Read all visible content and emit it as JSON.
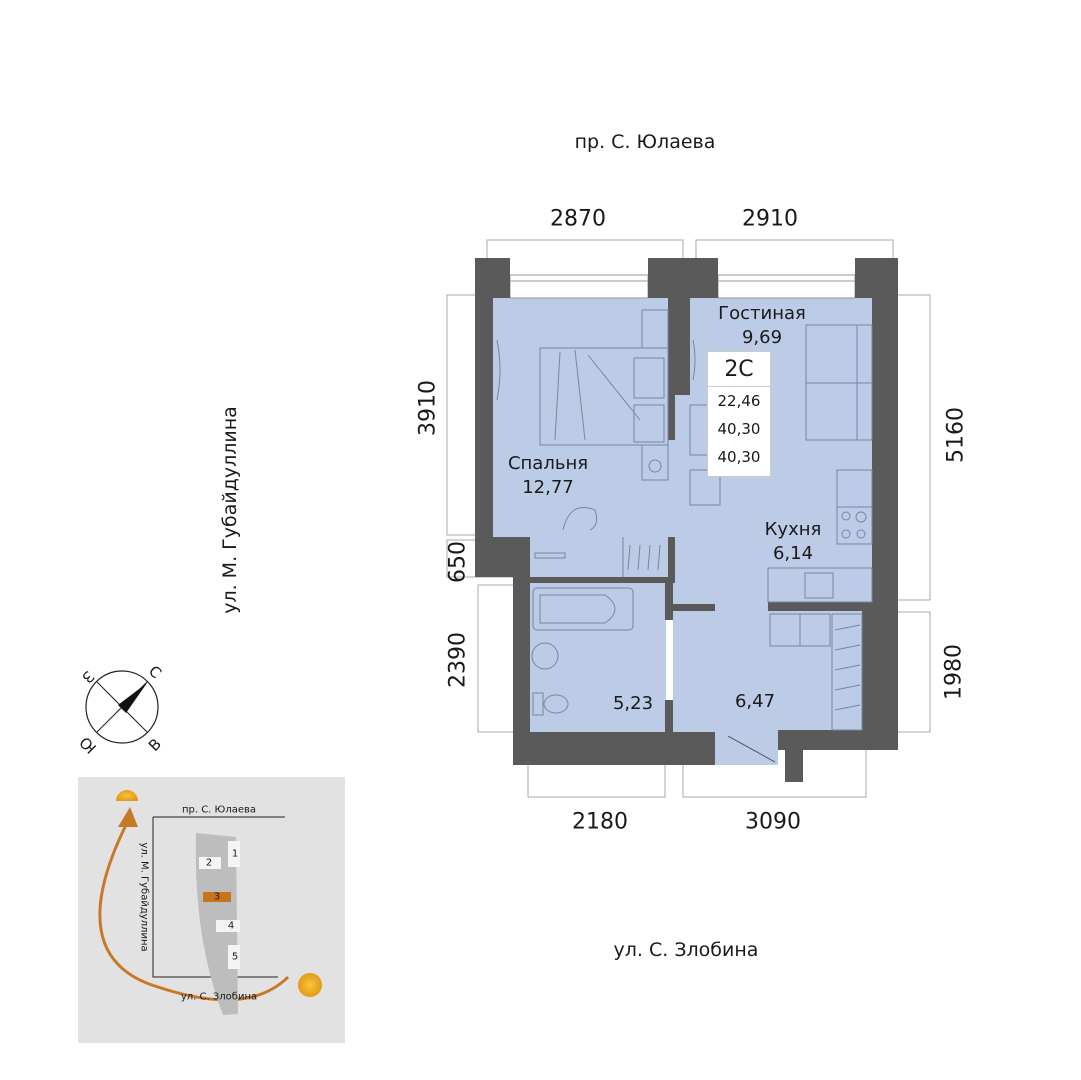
{
  "streets": {
    "top": "пр. С. Юлаева",
    "bottom": "ул. С. Злобина",
    "left": "ул. М. Губайдуллина"
  },
  "dimensions": {
    "top_left": "2870",
    "top_right": "2910",
    "left_upper": "3910",
    "left_middle": "650",
    "left_lower": "2390",
    "right_upper": "5160",
    "right_lower": "1980",
    "bottom_left": "2180",
    "bottom_right": "3090"
  },
  "rooms": {
    "bedroom": {
      "name": "Спальня",
      "area": "12,77"
    },
    "living": {
      "name": "Гостиная",
      "area": "9,69"
    },
    "kitchen": {
      "name": "Кухня",
      "area": "6,14"
    },
    "bathroom": {
      "area": "5,23"
    },
    "hall": {
      "area": "6,47"
    }
  },
  "summary": {
    "type": "2С",
    "living_area": "22,46",
    "total_area": "40,30",
    "total_area_with_balcony": "40,30"
  },
  "compass": {
    "north": "С",
    "east": "В",
    "south": "Ю",
    "west": "З"
  },
  "site_map": {
    "street_top": "пр. С. Юлаева",
    "street_bottom": "ул. С. Злобина",
    "street_left": "ул. М. Губайдуллина",
    "sections": [
      "1",
      "2",
      "3",
      "4",
      "5"
    ],
    "highlighted_section": "3",
    "highlight_color": "#c9731c"
  },
  "colors": {
    "floor": "#bccbe6",
    "wall": "#5a5a5a"
  }
}
